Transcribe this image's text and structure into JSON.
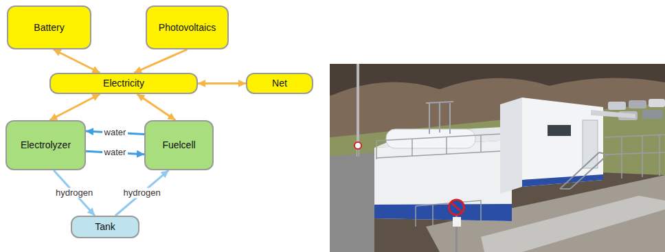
{
  "diagram": {
    "nodes": [
      {
        "text": [
          "Battery"
        ]
      },
      {
        "text": [
          "Photovoltaics"
        ]
      },
      {
        "text": [
          "Electricity"
        ]
      },
      {
        "text": [
          "Net"
        ]
      },
      {
        "text": [
          "Electrolyzer"
        ]
      },
      {
        "text": [
          "Fuelcell"
        ]
      },
      {
        "text": [
          "Tank"
        ]
      }
    ],
    "edges": [
      {
        "from": 0,
        "to": 2,
        "arrow": "both"
      },
      {
        "from": 1,
        "to": 2,
        "arrow": "to"
      },
      {
        "from": 2,
        "to": 3,
        "arrow": "both"
      },
      {
        "from": 2,
        "to": 4,
        "arrow": "both"
      },
      {
        "from": 2,
        "to": 5,
        "arrow": "both"
      },
      {
        "from": 5,
        "to": 4,
        "label": "water",
        "arrow": "to"
      },
      {
        "from": 4,
        "to": 5,
        "label": "water",
        "arrow": "to"
      },
      {
        "from": 4,
        "to": 6,
        "label": "hydrogen",
        "arrow": "to"
      },
      {
        "from": 6,
        "to": 5,
        "label": "hydrogen",
        "arrow": "to"
      }
    ]
  }
}
